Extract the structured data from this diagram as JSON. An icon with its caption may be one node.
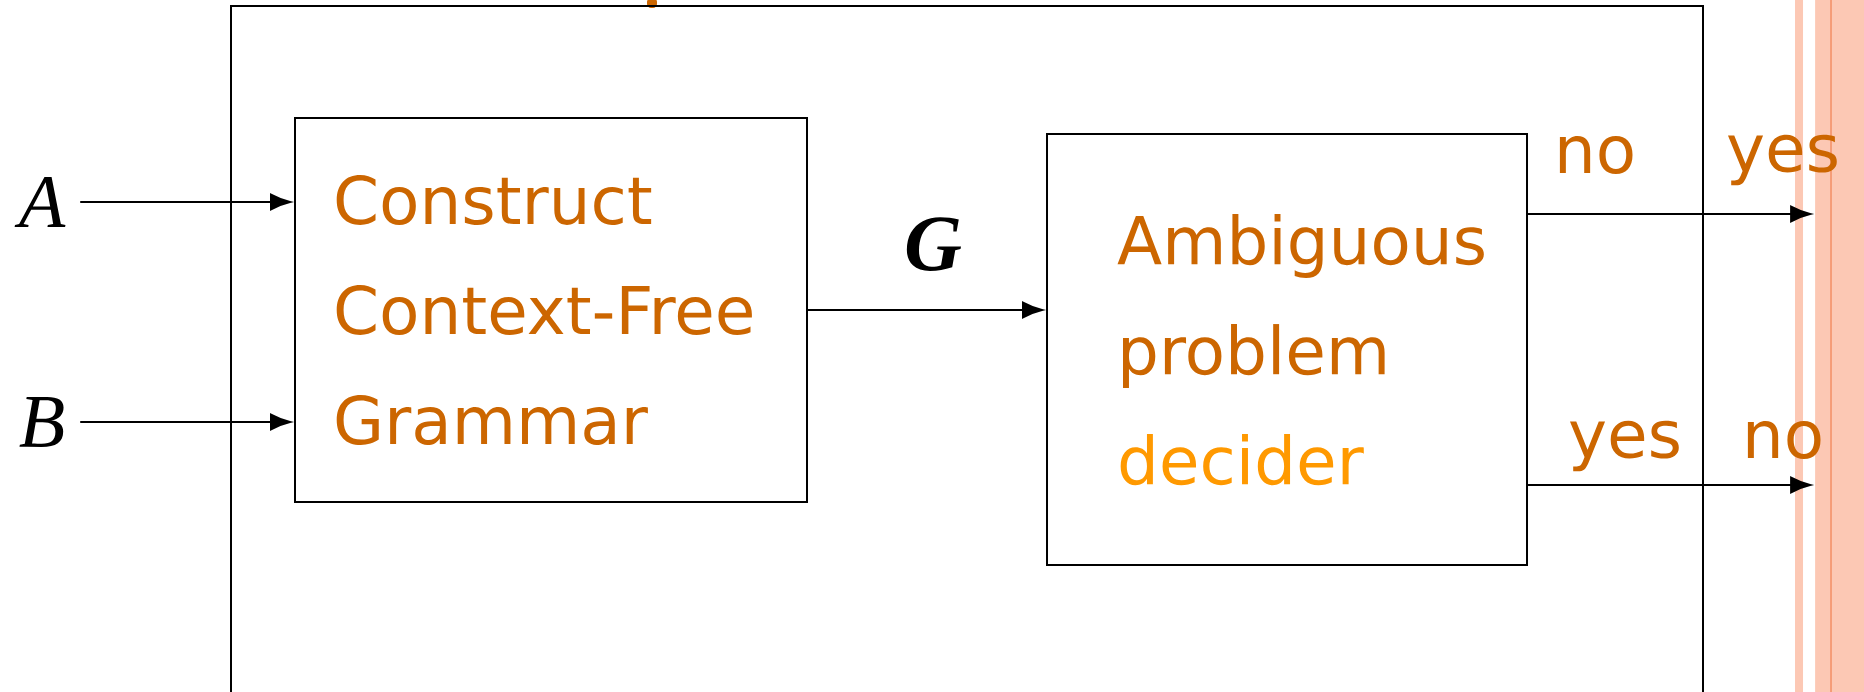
{
  "diagram": {
    "nodes": [
      {
        "text": [],
        "shape": "box"
      },
      {
        "text": [
          "A"
        ]
      },
      {
        "text": [
          "B"
        ]
      },
      {
        "text": [
          "Construct Context-Free Grammar"
        ],
        "in": 0
      },
      {
        "text": [
          "Ambiguous problem",
          "decider"
        ],
        "in": 0
      },
      {
        "text": [],
        "shape": "bar"
      }
    ],
    "edges": [
      {
        "from": 1,
        "to": 3,
        "arrow": "to"
      },
      {
        "from": 2,
        "to": 3,
        "arrow": "to"
      },
      {
        "from": 3,
        "to": 4,
        "arrow": "to",
        "label": "G"
      },
      {
        "from": 4,
        "to": 5,
        "arrow": "to"
      },
      {
        "from": 4,
        "to": 5,
        "arrow": "to"
      }
    ],
    "labels": [
      "no",
      "yes",
      "yes",
      "no"
    ]
  }
}
